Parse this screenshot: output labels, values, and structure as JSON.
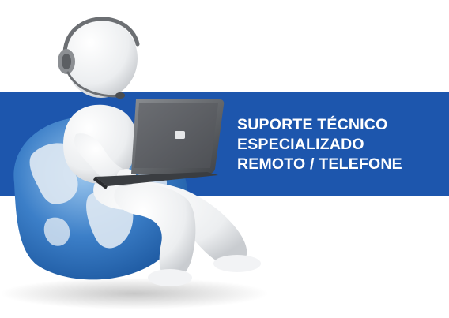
{
  "banner": {
    "lines": [
      "SUPORTE TÉCNICO",
      "ESPECIALIZADO",
      "REMOTO / TELEFONE"
    ],
    "text_color": "#ffffff",
    "band_color": "#1d56ad"
  },
  "illustration": {
    "subject": "3d-person-with-headset-using-laptop-on-globe-beanbag",
    "icons": [
      "headset-icon",
      "laptop-icon",
      "globe-icon"
    ]
  }
}
